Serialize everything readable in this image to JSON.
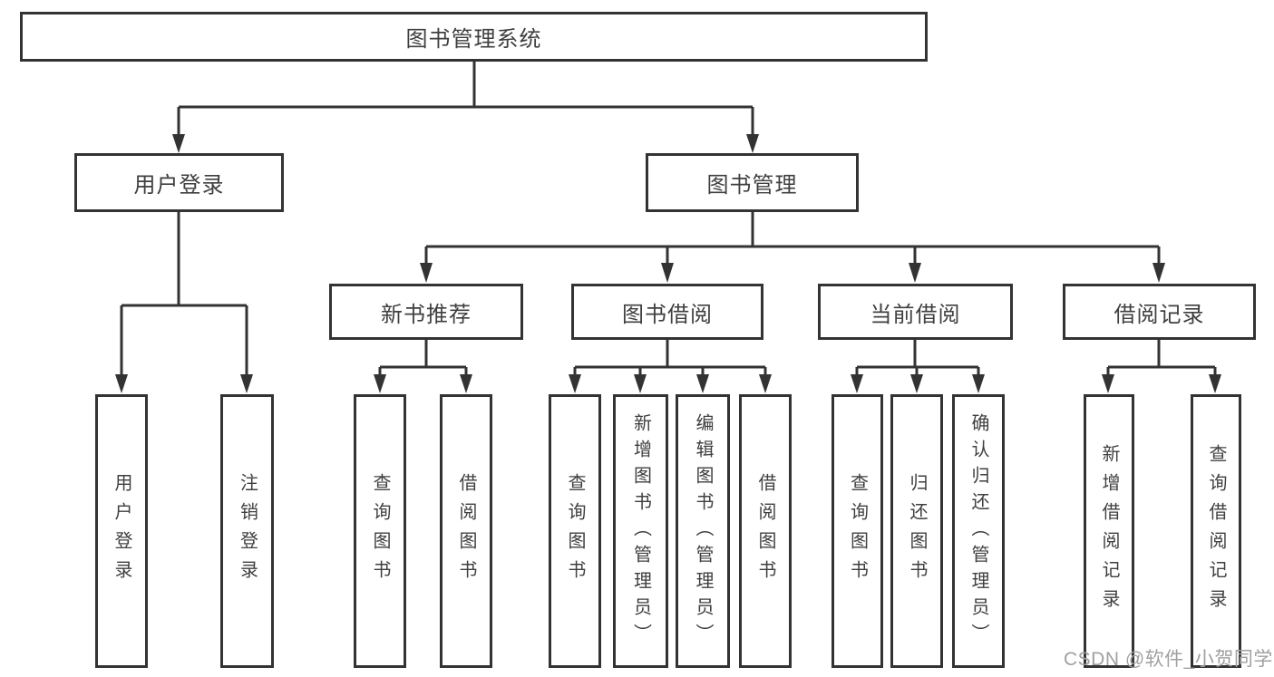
{
  "nodes": {
    "root": "图书管理系统",
    "user_login": "用户登录",
    "book_management": "图书管理",
    "new_book_recommend": "新书推荐",
    "book_borrow": "图书借阅",
    "current_borrow": "当前借阅",
    "borrow_records": "借阅记录",
    "leaf_user_login": "用户登录",
    "leaf_logout": "注销登录",
    "nb_query_book": "查询图书",
    "nb_borrow_book": "借阅图书",
    "bb_query_book": "查询图书",
    "bb_add_book": "新增图书（管理员）",
    "bb_edit_book": "编辑图书（管理员）",
    "bb_borrow_book": "借阅图书",
    "cb_query_book": "查询图书",
    "cb_return_book": "归还图书",
    "cb_confirm_return": "确认归还（管理员）",
    "br_add_record": "新增借阅记录",
    "br_query_record": "查询借阅记录"
  },
  "watermark": "CSDN @软件_小贺同学",
  "colors": {
    "line": "#333333",
    "border": "#333333",
    "text": "#3f3f3f",
    "bg": "#ffffff",
    "watermark": "#a0a0a0"
  }
}
